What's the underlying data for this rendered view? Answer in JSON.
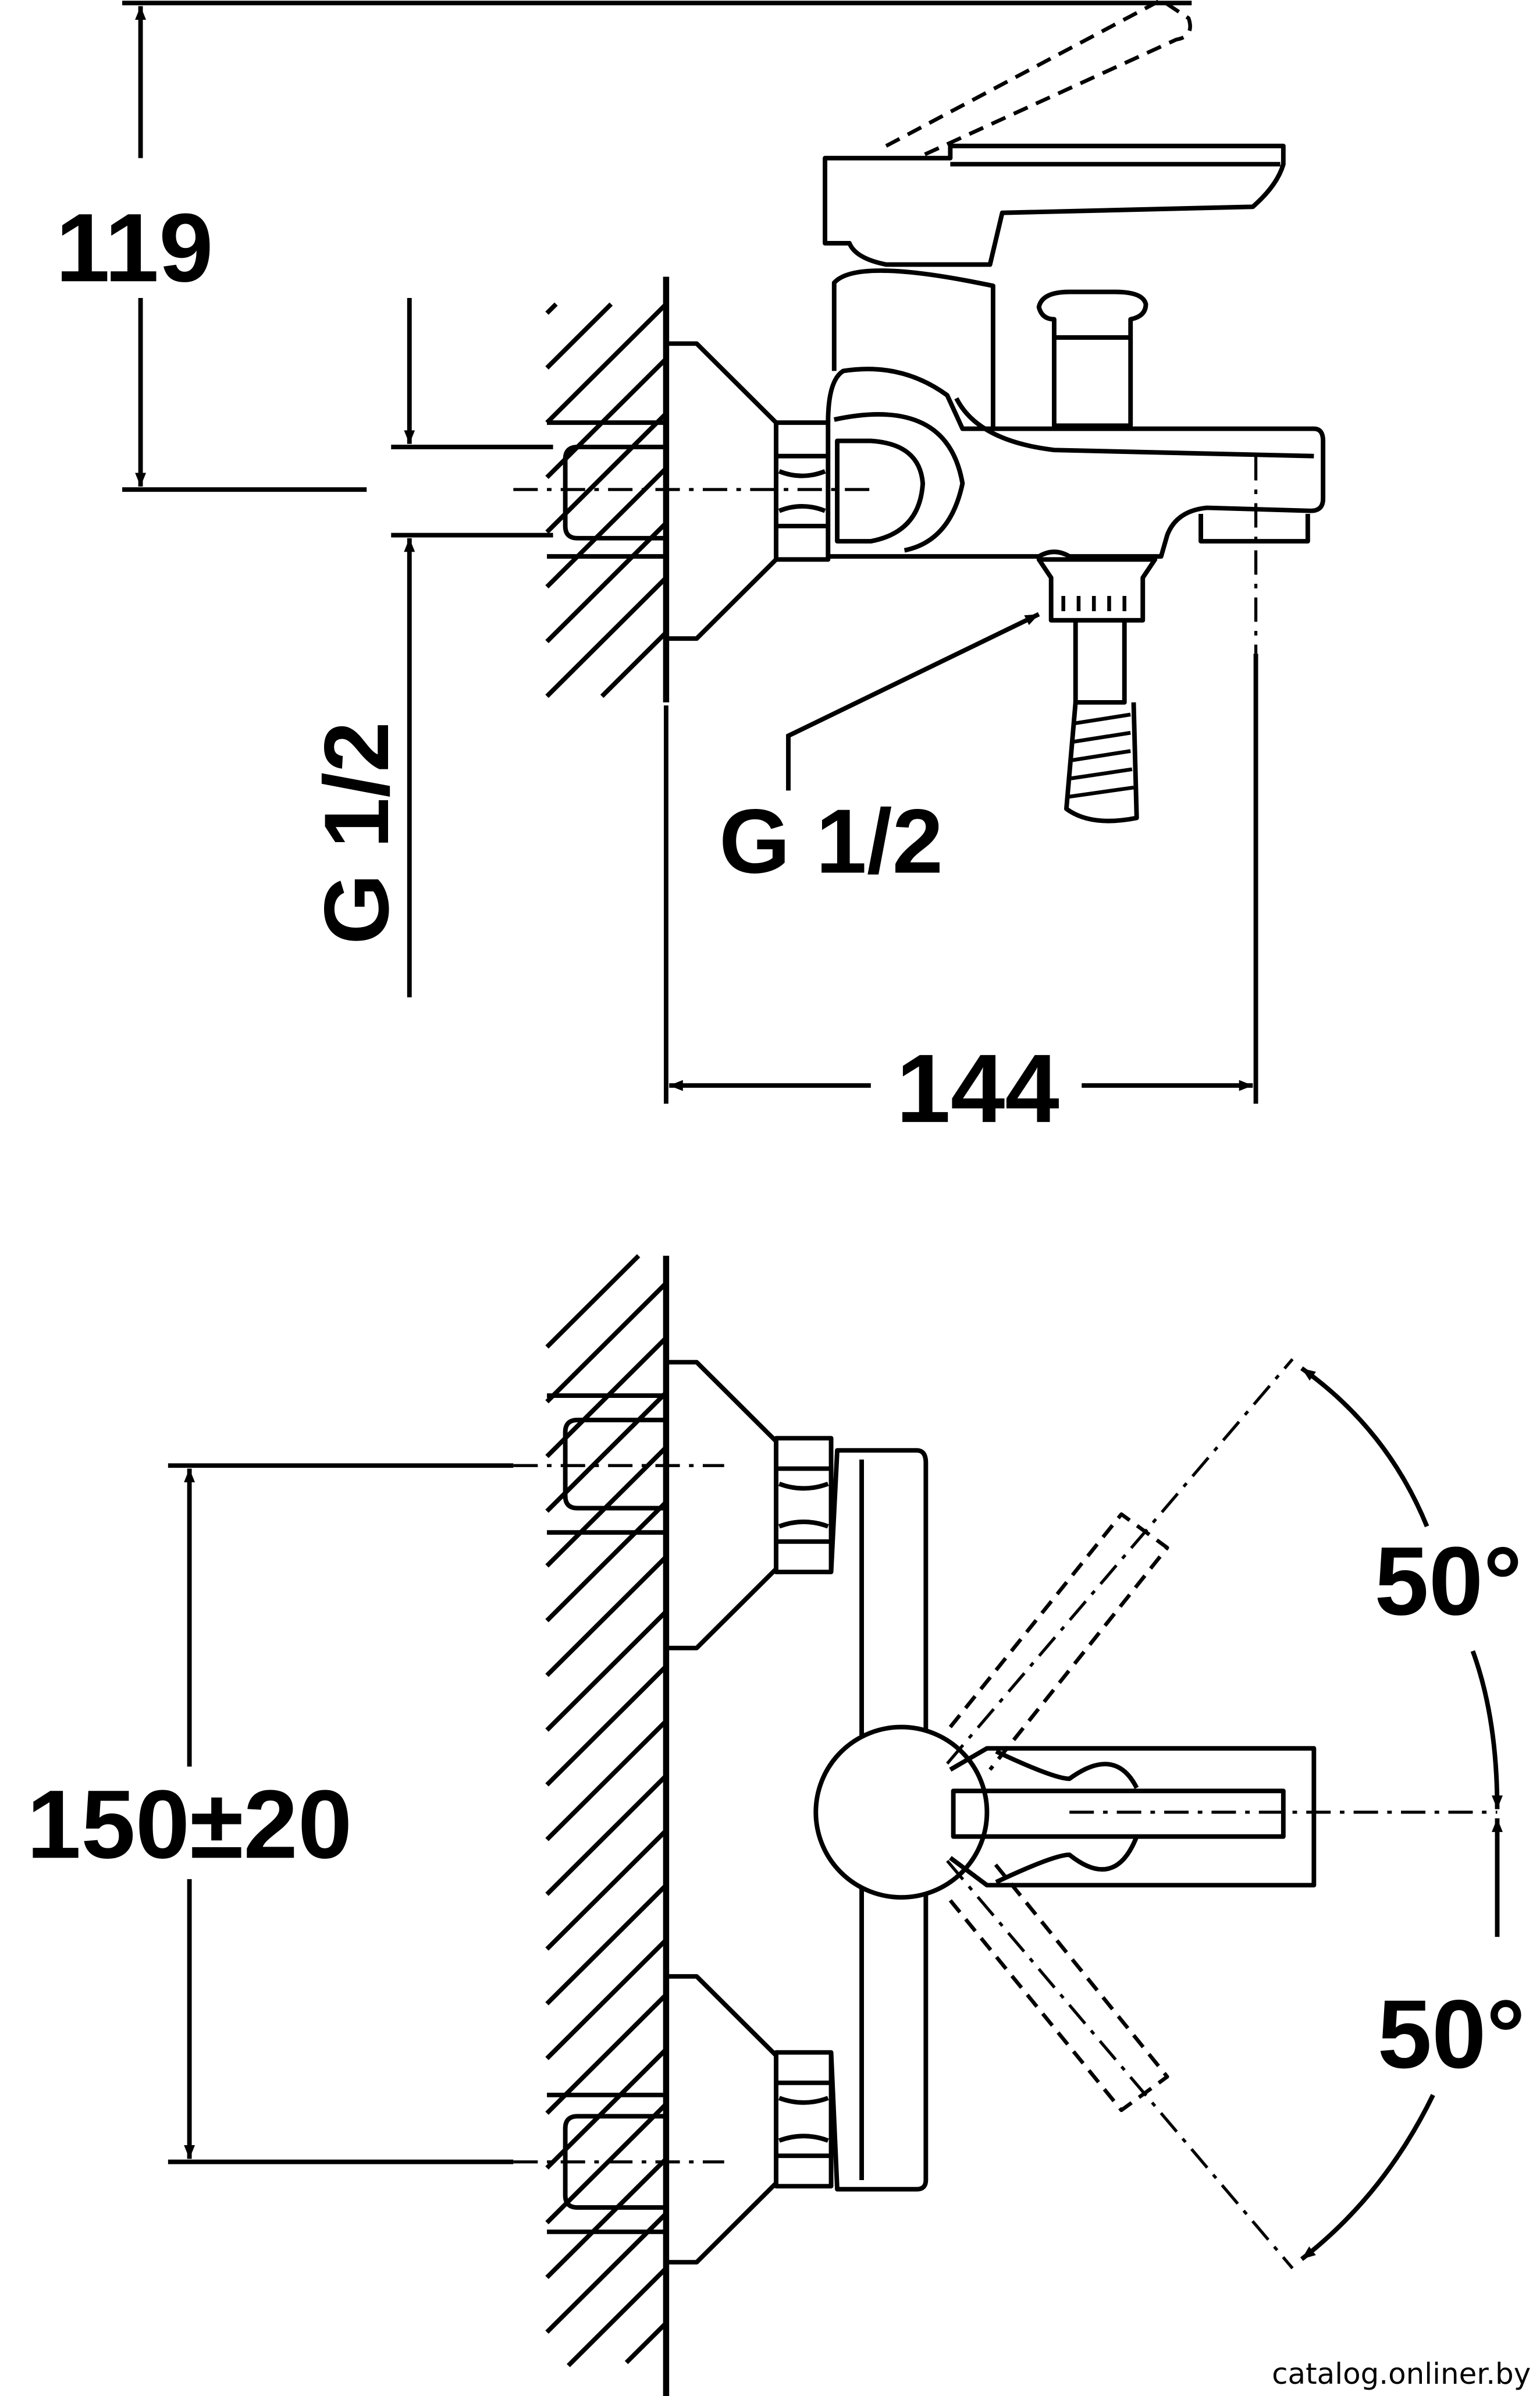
{
  "dimensions": {
    "height_top": "119",
    "thread_side": "G 1/2",
    "thread_bottom": "G 1/2",
    "depth": "144",
    "centre_distance": "150±20",
    "angle_upper": "50°",
    "angle_lower": "50°"
  },
  "watermark": "catalog.onliner.by",
  "colors": {
    "line": "#000000",
    "background": "#ffffff"
  }
}
